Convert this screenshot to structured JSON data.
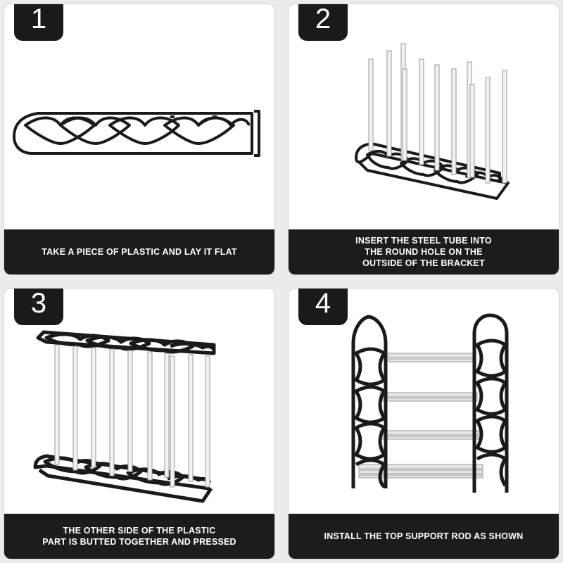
{
  "colors": {
    "frame_black": "#1a1a1a",
    "tube_white": "#f2f2f2",
    "caption_bg": "#1c1c1c",
    "caption_text": "#ffffff"
  },
  "steps": [
    {
      "number": "1",
      "caption": "TAKE A PIECE OF PLASTIC AND LAY IT FLAT",
      "illustration": "plastic-bracket-flat"
    },
    {
      "number": "2",
      "caption_lines": [
        "INSERT THE STEEL TUBE INTO",
        "THE ROUND HOLE ON THE",
        "OUTSIDE OF THE BRACKET"
      ],
      "illustration": "bracket-with-steel-tubes"
    },
    {
      "number": "3",
      "caption_lines": [
        "THE OTHER SIDE OF THE PLASTIC",
        "PART IS BUTTED TOGETHER AND PRESSED"
      ],
      "illustration": "tubes-between-two-brackets"
    },
    {
      "number": "4",
      "caption": "INSTALL THE TOP SUPPORT ROD AS SHOWN",
      "illustration": "assembled-shoe-rack"
    }
  ]
}
